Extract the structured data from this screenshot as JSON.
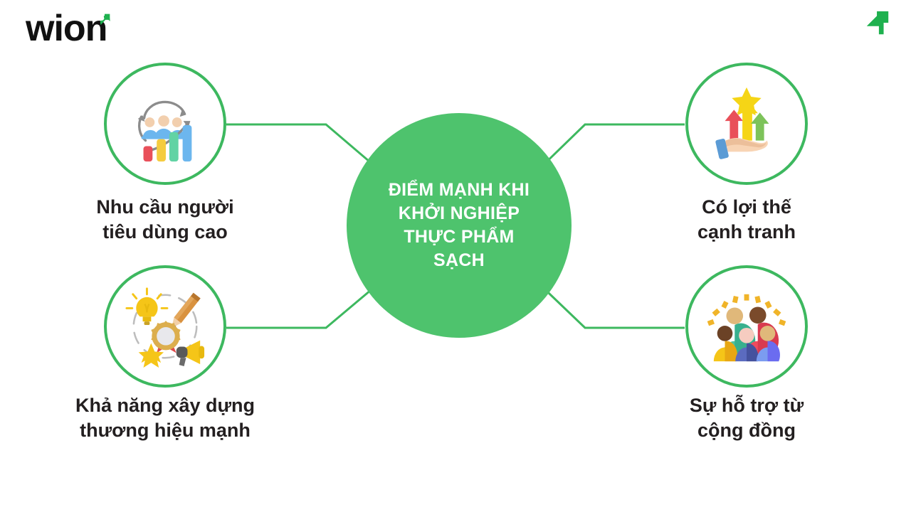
{
  "brand": {
    "logo_text": "wion",
    "logo_arrow_icon": "green-arrow-up-right-icon",
    "corner_mark_icon": "green-arrow-up-right-icon",
    "accent_color": "#1fb14f"
  },
  "diagram": {
    "type": "mind-map",
    "center": {
      "title": "ĐIỂM MẠNH KHI\nKHỞI NGHIỆP\nTHỰC PHẨM\nSẠCH",
      "fill_color": "#4ec36d",
      "text_color": "#ffffff"
    },
    "connector_color": "#3db85f",
    "node_ring_color": "#3db85f",
    "nodes": [
      {
        "position": "top-left",
        "label": "Nhu cầu người\ntiêu dùng cao",
        "icon": "consumer-demand-growth-icon",
        "icon_parts": [
          "three-people",
          "circular-arrows",
          "bar-chart-ascending",
          "trend-arrow"
        ],
        "icon_colors": [
          "#e9505a",
          "#f5cc3f",
          "#62d3a4",
          "#6cb6ee",
          "#8c8c8c",
          "#f2cfae"
        ]
      },
      {
        "position": "bottom-left",
        "label": "Khả năng xây dựng\nthương hiệu mạnh",
        "icon": "brand-building-icon",
        "icon_parts": [
          "lightbulb",
          "pencil",
          "award-rosette",
          "star",
          "megaphone",
          "dashed-circle"
        ],
        "icon_colors": [
          "#f5c518",
          "#d9923f",
          "#c9a227",
          "#e04a4a",
          "#5a5a5a"
        ]
      },
      {
        "position": "top-right",
        "label": "Có lợi thế\ncạnh tranh",
        "icon": "competitive-advantage-icon",
        "icon_parts": [
          "hand",
          "three-up-arrows",
          "star"
        ],
        "icon_colors": [
          "#e9505a",
          "#f5d516",
          "#7dc35a",
          "#f8d4b4",
          "#5b9bd5"
        ]
      },
      {
        "position": "bottom-right",
        "label": "Sự hỗ trợ từ\ncộng đồng",
        "icon": "community-support-icon",
        "icon_parts": [
          "group-of-people",
          "radiating-dashes"
        ],
        "icon_colors": [
          "#f5c518",
          "#4fc3a1",
          "#ef4b5e",
          "#5b6bbf",
          "#7b6cf0",
          "#f0b429"
        ]
      }
    ]
  }
}
